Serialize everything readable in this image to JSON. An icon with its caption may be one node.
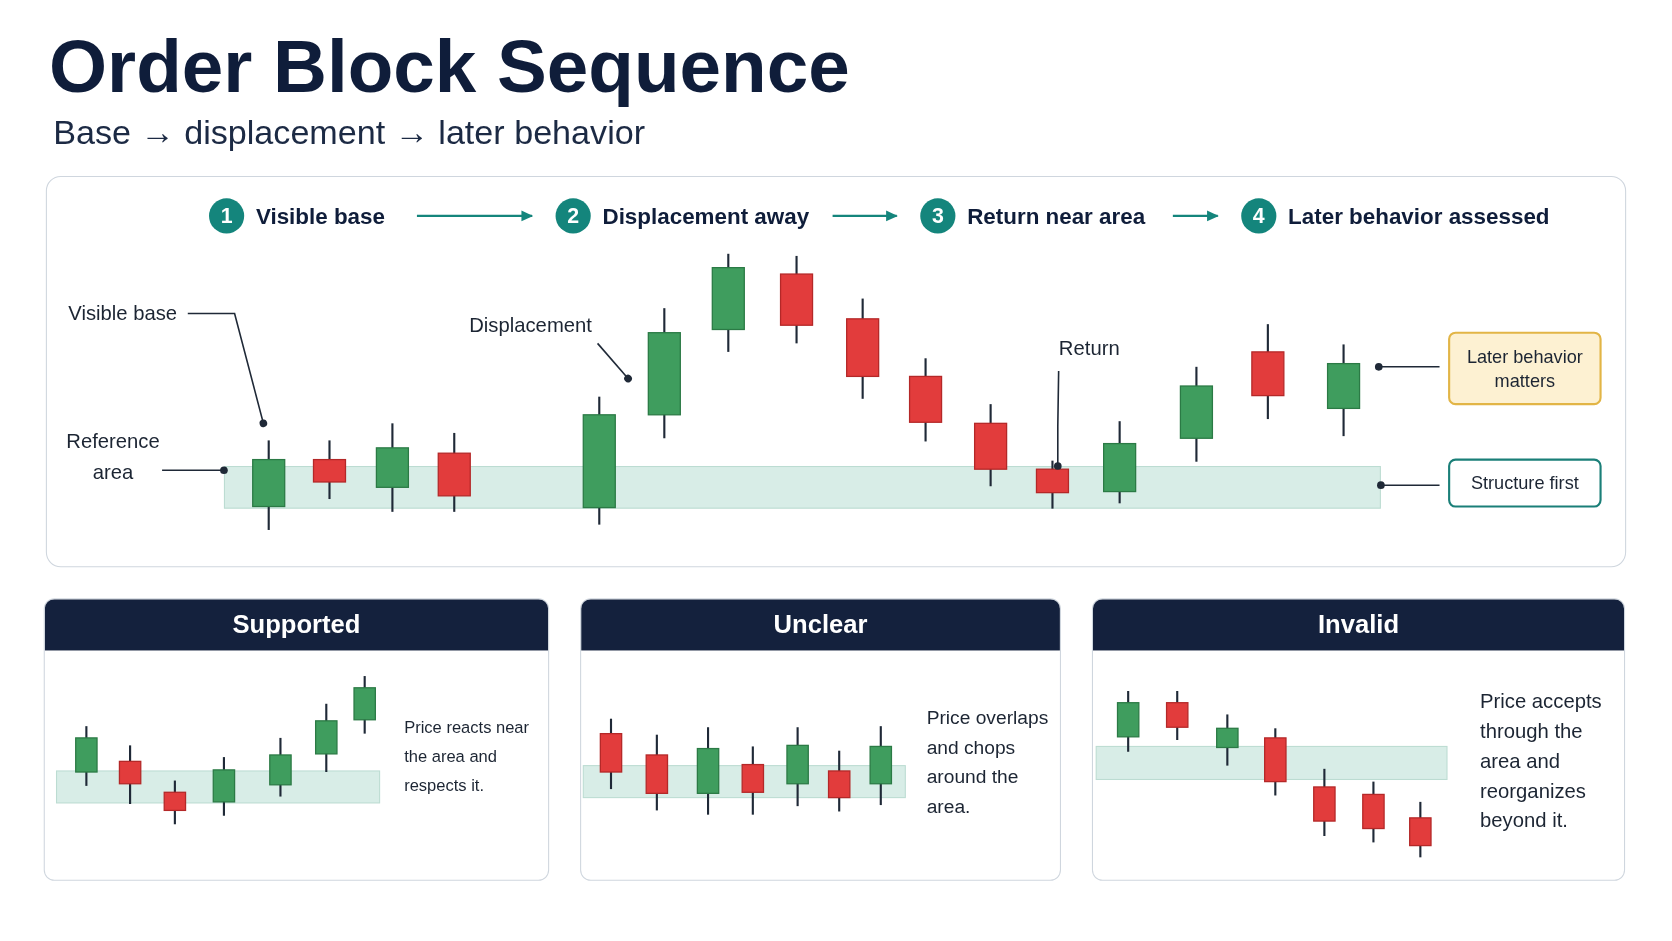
{
  "diagram": {
    "title": "Order Block Sequence",
    "nodes": [
      {
        "text": [
          "1"
        ],
        "beside": [
          "Visible base"
        ]
      },
      {
        "text": [
          "2"
        ],
        "beside": [
          "Displacement away"
        ]
      },
      {
        "text": [
          "3"
        ],
        "beside": [
          "Return near area"
        ]
      },
      {
        "text": [
          "4"
        ],
        "beside": [
          "Later behavior assessed"
        ]
      },
      {
        "text": [
          "Visible base"
        ]
      },
      {
        "text": [
          "Reference area"
        ]
      },
      {
        "text": [
          "Displacement"
        ]
      },
      {
        "text": [
          "Return"
        ]
      },
      {
        "text": [
          "Later behavior matters"
        ]
      },
      {
        "text": [],
        "shape": "bar"
      },
      {
        "text": [
          "Structure first"
        ]
      },
      {
        "text": [
          "Supported",
          "Price reacts near the area and respects it."
        ]
      },
      {
        "text": [
          "Unclear",
          "Price overlaps and chops around the area."
        ]
      },
      {
        "text": [
          "Invalid",
          "Price accepts through the area and reorganizes beyond it."
        ]
      }
    ],
    "edges": [
      {
        "from": 0,
        "to": 1,
        "arrow": "to",
        "color": "#14857c"
      },
      {
        "from": 1,
        "to": 2,
        "arrow": "to",
        "color": "#14857c"
      },
      {
        "from": 2,
        "to": 3,
        "arrow": "to",
        "color": "#14857c"
      },
      {
        "from": 4,
        "to": null,
        "arrow": "other"
      },
      {
        "from": 5,
        "to": 9,
        "arrow": "other"
      },
      {
        "from": 6,
        "to": null,
        "arrow": "other"
      },
      {
        "from": 7,
        "to": 9,
        "arrow": "other"
      },
      {
        "from": 8,
        "to": null,
        "arrow": "other"
      },
      {
        "from": 10,
        "to": 9,
        "arrow": "other"
      }
    ],
    "labels": [
      "Base → displacement → later behavior"
    ]
  }
}
